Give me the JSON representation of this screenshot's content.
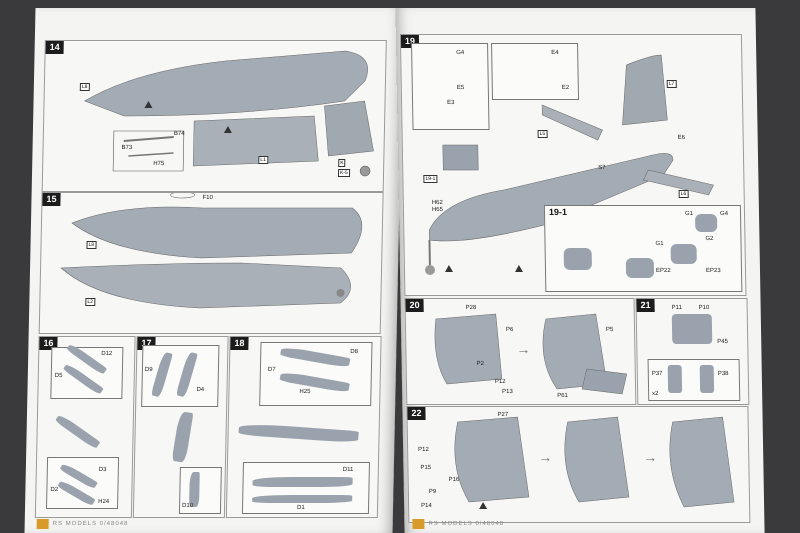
{
  "left_page": {
    "steps": [
      {
        "number": "14",
        "labels": [
          "L8",
          "B74",
          "B73",
          "H75",
          "L1",
          "K",
          "K-5"
        ]
      },
      {
        "number": "15",
        "labels": [
          "F10",
          "L8",
          "L2"
        ]
      },
      {
        "number": "16",
        "labels": [
          "D12",
          "D5",
          "D3",
          "D2",
          "H24"
        ]
      },
      {
        "number": "17",
        "labels": [
          "D9",
          "D4",
          "D10"
        ]
      },
      {
        "number": "18",
        "labels": [
          "D8",
          "D7",
          "H25",
          "D11",
          "D1"
        ]
      }
    ],
    "footer_text": "RS MODELS 0/48048"
  },
  "right_page": {
    "steps": [
      {
        "number": "19",
        "labels": [
          "G4",
          "E5",
          "E3",
          "E2",
          "E4",
          "L7",
          "E6",
          "L6",
          "L5",
          "S7",
          "H62",
          "H65",
          "19-1"
        ]
      },
      {
        "number": "19-1",
        "labels": [
          "G1",
          "G4",
          "G1",
          "G2",
          "EP22",
          "EP23"
        ]
      },
      {
        "number": "20",
        "labels": [
          "P28",
          "P6",
          "P2",
          "P12",
          "P13",
          "P5",
          "P61"
        ]
      },
      {
        "number": "21",
        "labels": [
          "P11",
          "P10",
          "P45",
          "P37",
          "P38",
          "x2"
        ]
      },
      {
        "number": "22",
        "labels": [
          "P27",
          "P12",
          "P15",
          "P16",
          "P9",
          "P14"
        ]
      }
    ],
    "footer_text": "RS MODELS 0/48048"
  },
  "colors": {
    "background": "#3a3a3c",
    "paper": "#f4f4f2",
    "part_gray": "#9aa3ad",
    "step_badge": "#1c1c1c"
  }
}
